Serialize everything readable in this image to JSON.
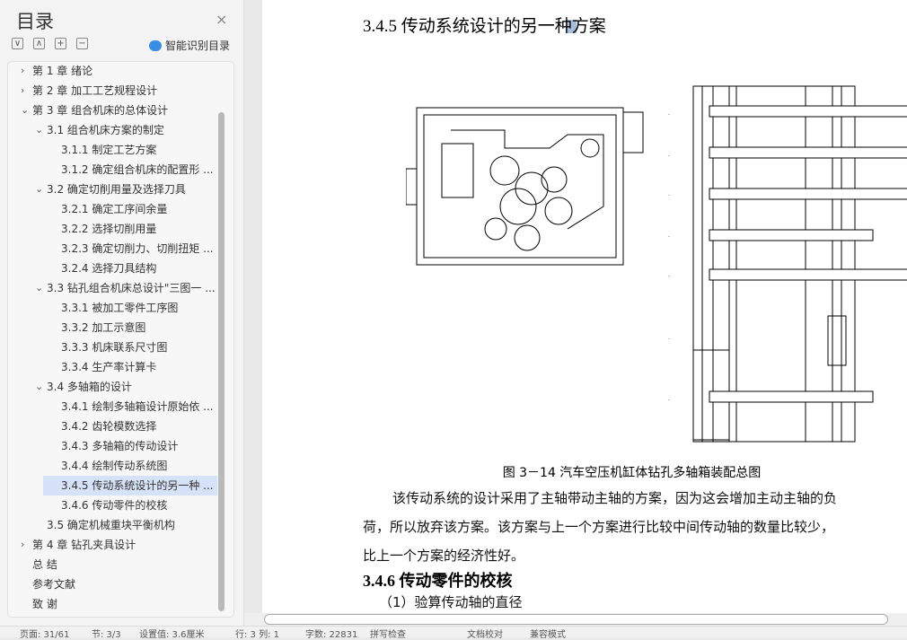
{
  "sidebar": {
    "title": "目录",
    "close": "×",
    "smart_toc": "智能识别目录",
    "toolbar": [
      "∨",
      "∧",
      "+",
      "−"
    ],
    "items": [
      {
        "label": "第 1 章  绪论",
        "level": 0,
        "chev": "›"
      },
      {
        "label": "第 2 章  加工工艺规程设计",
        "level": 0,
        "chev": "›"
      },
      {
        "label": "第 3 章  组合机床的总体设计",
        "level": 0,
        "chev": "⌄"
      },
      {
        "label": "3.1 组合机床方案的制定",
        "level": 1,
        "chev": "⌄"
      },
      {
        "label": "3.1.1 制定工艺方案",
        "level": 2
      },
      {
        "label": "3.1.2 确定组合机床的配置形 ...",
        "level": 2
      },
      {
        "label": "3.2 确定切削用量及选择刀具",
        "level": 1,
        "chev": "⌄"
      },
      {
        "label": "3.2.1 确定工序间余量",
        "level": 2
      },
      {
        "label": "3.2.2 选择切削用量",
        "level": 2
      },
      {
        "label": "3.2.3 确定切削力、切削扭矩 ...",
        "level": 2
      },
      {
        "label": "3.2.4 选择刀具结构",
        "level": 2
      },
      {
        "label": "3.3 钻孔组合机床总设计\"三图一 ...",
        "level": 1,
        "chev": "⌄"
      },
      {
        "label": "3.3.1 被加工零件工序图",
        "level": 2
      },
      {
        "label": "3.3.2 加工示意图",
        "level": 2
      },
      {
        "label": "3.3.3 机床联系尺寸图",
        "level": 2
      },
      {
        "label": "3.3.4 生产率计算卡",
        "level": 2
      },
      {
        "label": "3.4 多轴箱的设计",
        "level": 1,
        "chev": "⌄"
      },
      {
        "label": "3.4.1 绘制多轴箱设计原始依 ...",
        "level": 2
      },
      {
        "label": "3.4.2 齿轮模数选择",
        "level": 2
      },
      {
        "label": "3.4.3 多轴箱的传动设计",
        "level": 2
      },
      {
        "label": "3.4.4 绘制传动系统图",
        "level": 2
      },
      {
        "label": "3.4.5 传动系统设计的另一种 ...",
        "level": 2,
        "selected": true
      },
      {
        "label": "3.4.6 传动零件的校核",
        "level": 2
      },
      {
        "label": "3.5 确定机械重块平衡机构",
        "level": 1
      },
      {
        "label": "第 4 章  钻孔夹具设计",
        "level": 0,
        "chev": "›"
      },
      {
        "label": "总    结",
        "level": 0
      },
      {
        "label": "参考文献",
        "level": 0
      },
      {
        "label": "致    谢",
        "level": 0
      }
    ]
  },
  "document": {
    "heading": "3.4.5 传动系统设计的另一种方案",
    "caption": "图 3－14  汽车空压机缸体钻孔多轴箱装配总图",
    "para_lines": [
      "该传动系统的设计采用了主轴带动主轴的方案，因为这会增加主动主轴的负",
      "荷，所以放弃该方案。该方案与上一个方案进行比较中间传动轴的数量比较少，",
      "比上一个方案的经济性好。"
    ],
    "heading2": "3.4.6 传动零件的校核",
    "next_line": "（1）验算传动轴的直径"
  },
  "status": [
    "页面: 31/61",
    "节: 3/3",
    "设置值: 3.6厘米",
    "行: 3  列: 1",
    "字数: 22831",
    "拼写检查",
    "文档校对",
    "兼容模式"
  ]
}
